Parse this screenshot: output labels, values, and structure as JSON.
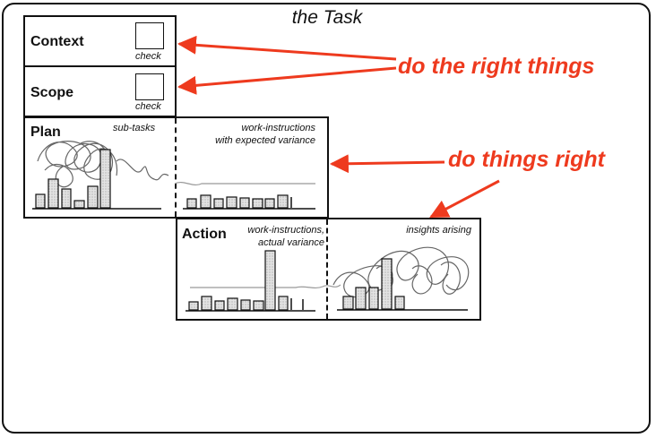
{
  "diagram": {
    "title": "the Task",
    "context": {
      "label": "Context",
      "check_label": "check"
    },
    "scope": {
      "label": "Scope",
      "check_label": "check"
    },
    "plan": {
      "label": "Plan",
      "left_caption": "sub-tasks",
      "right_caption_line1": "work-instructions",
      "right_caption_line2": "with expected variance"
    },
    "action": {
      "label": "Action",
      "left_caption_line1": "work-instructions,",
      "left_caption_line2": "actual variance",
      "right_caption": "insights arising"
    },
    "callouts": {
      "right_things": "do the right things",
      "things_right": "do things right"
    },
    "colors": {
      "accent": "#ee3a1e",
      "ink": "#111111",
      "scribble": "#555555"
    }
  }
}
